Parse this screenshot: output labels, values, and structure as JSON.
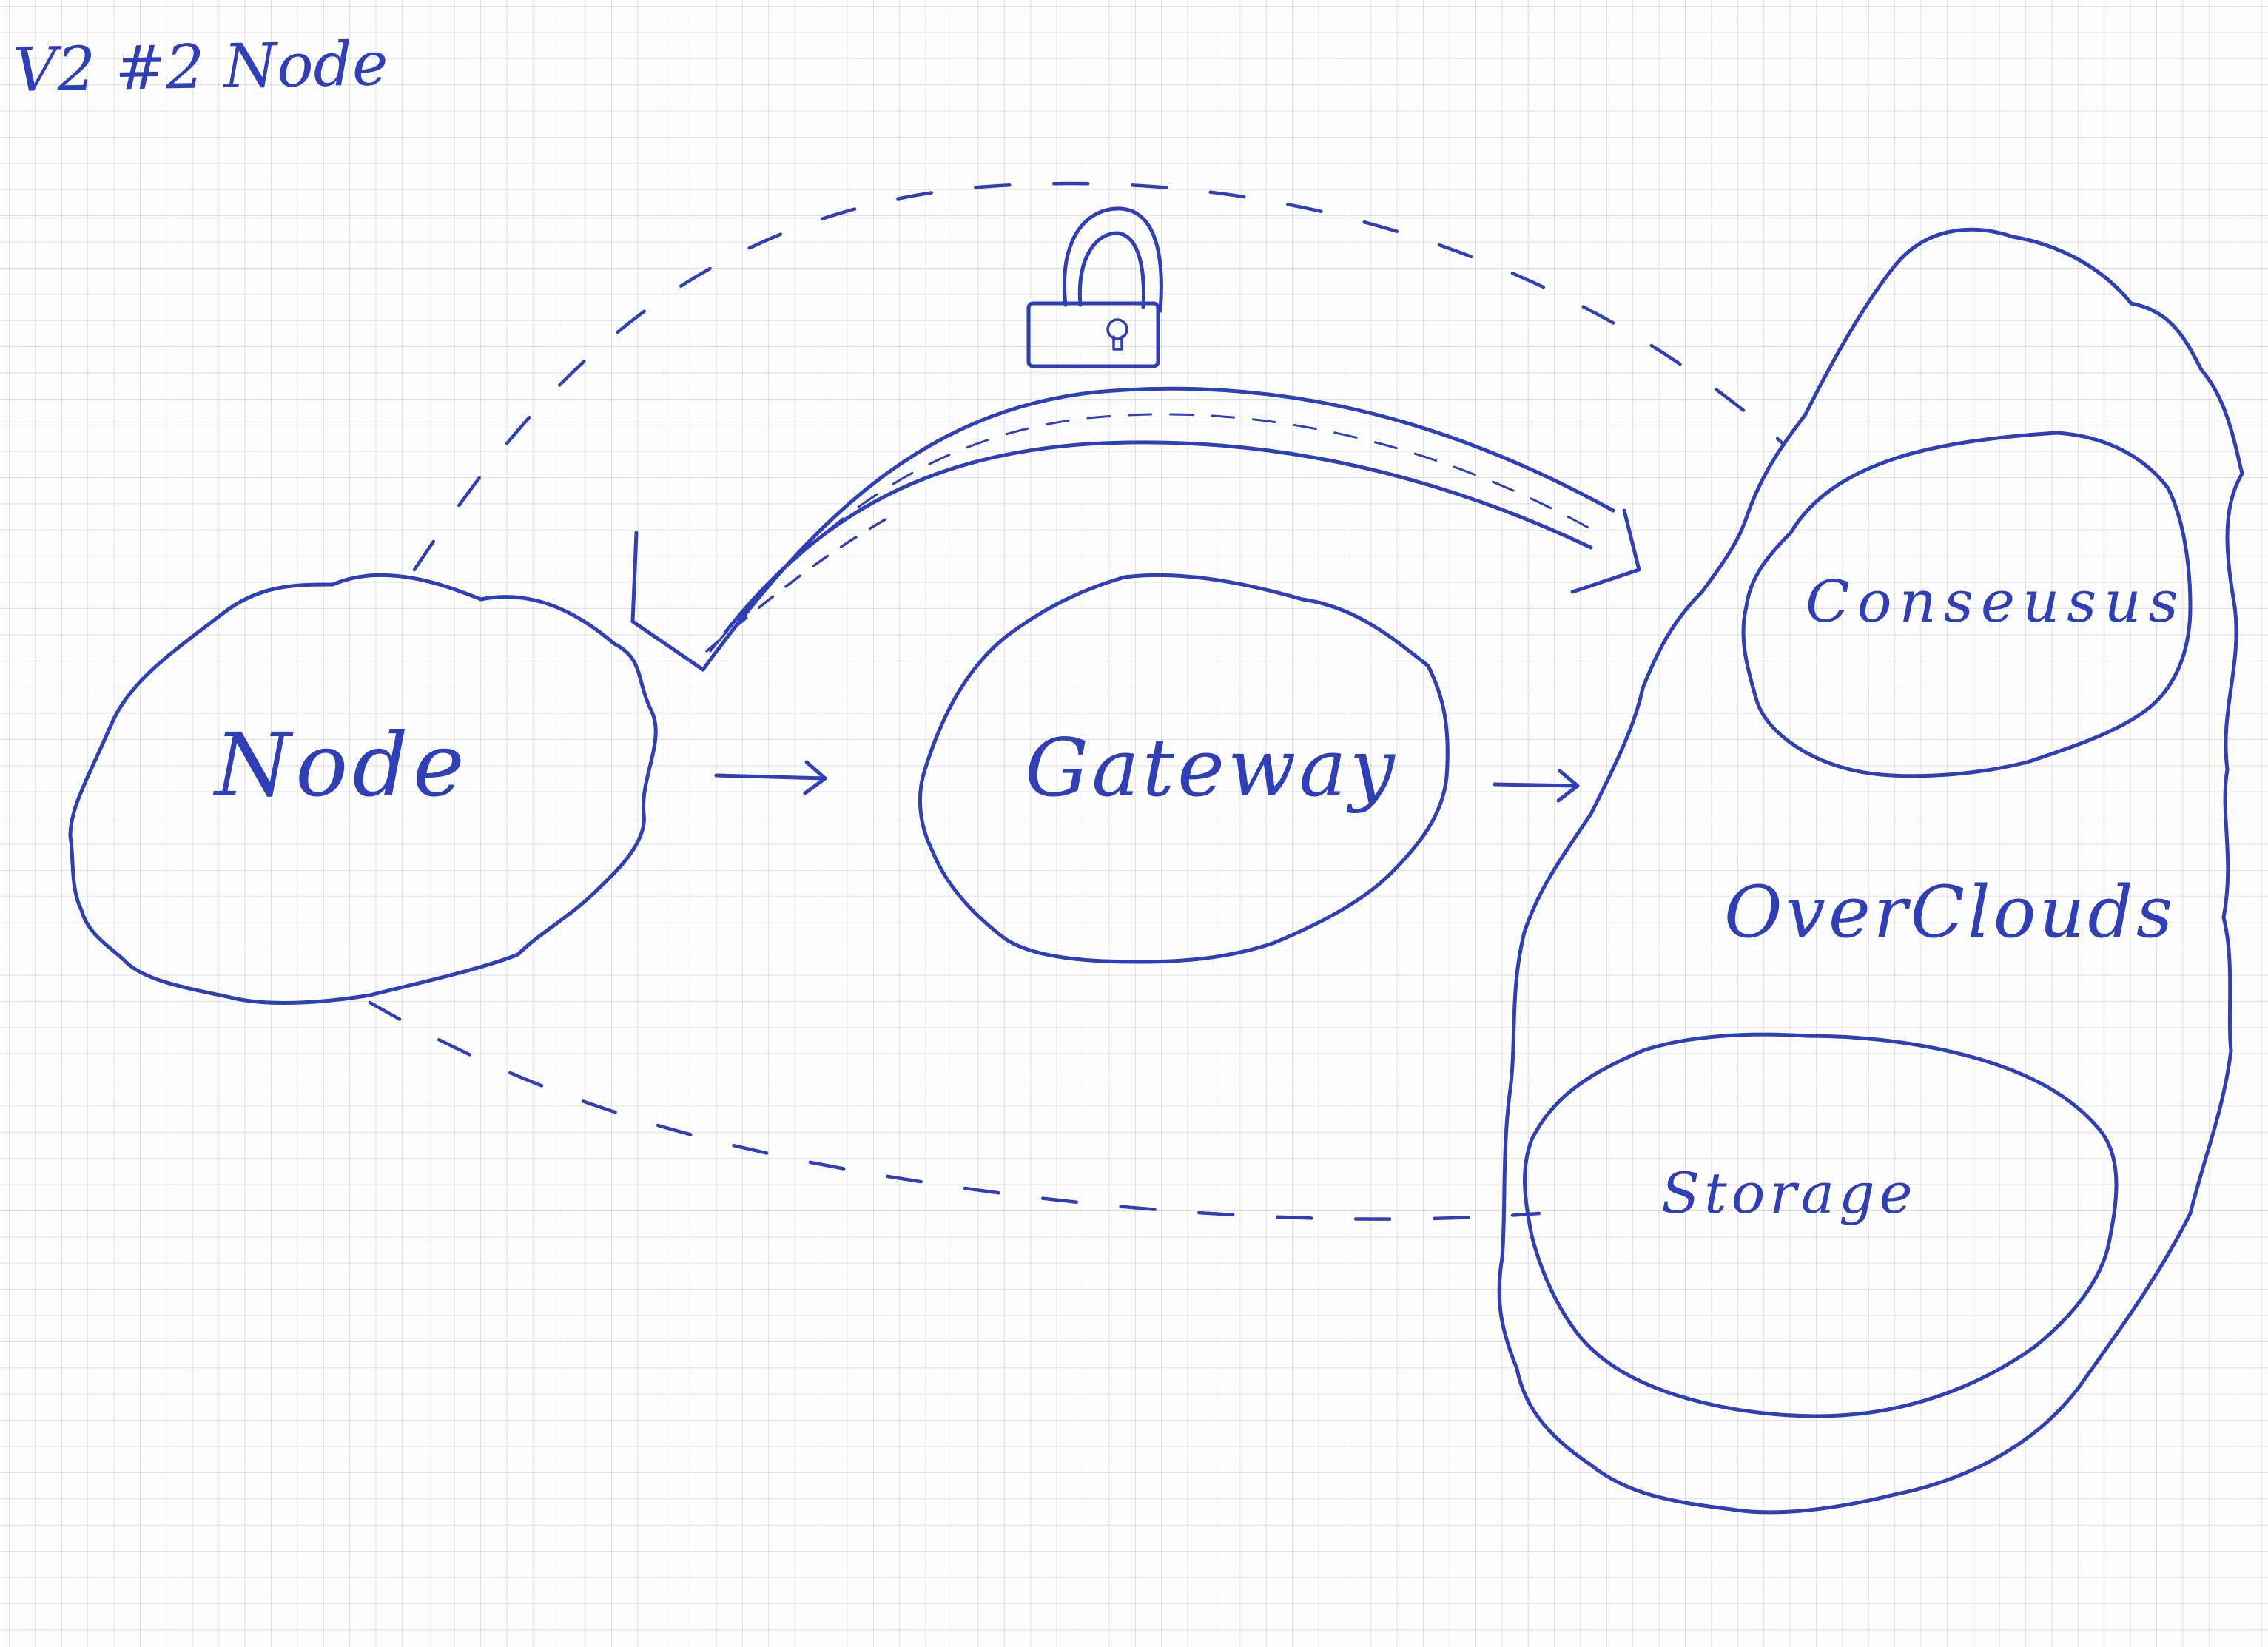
{
  "title": "V2 #2 Node",
  "nodes": {
    "node": "Node",
    "gateway": "Gateway",
    "consensus": "Conseusus",
    "overclouds": "OverClouds",
    "storage": "Storage"
  },
  "icons": [
    "lock-icon",
    "arrow-right-icon",
    "curved-tunnel-arrow"
  ],
  "colors": {
    "ink": "#2f3fb8",
    "paper": "#fdfdfd"
  }
}
